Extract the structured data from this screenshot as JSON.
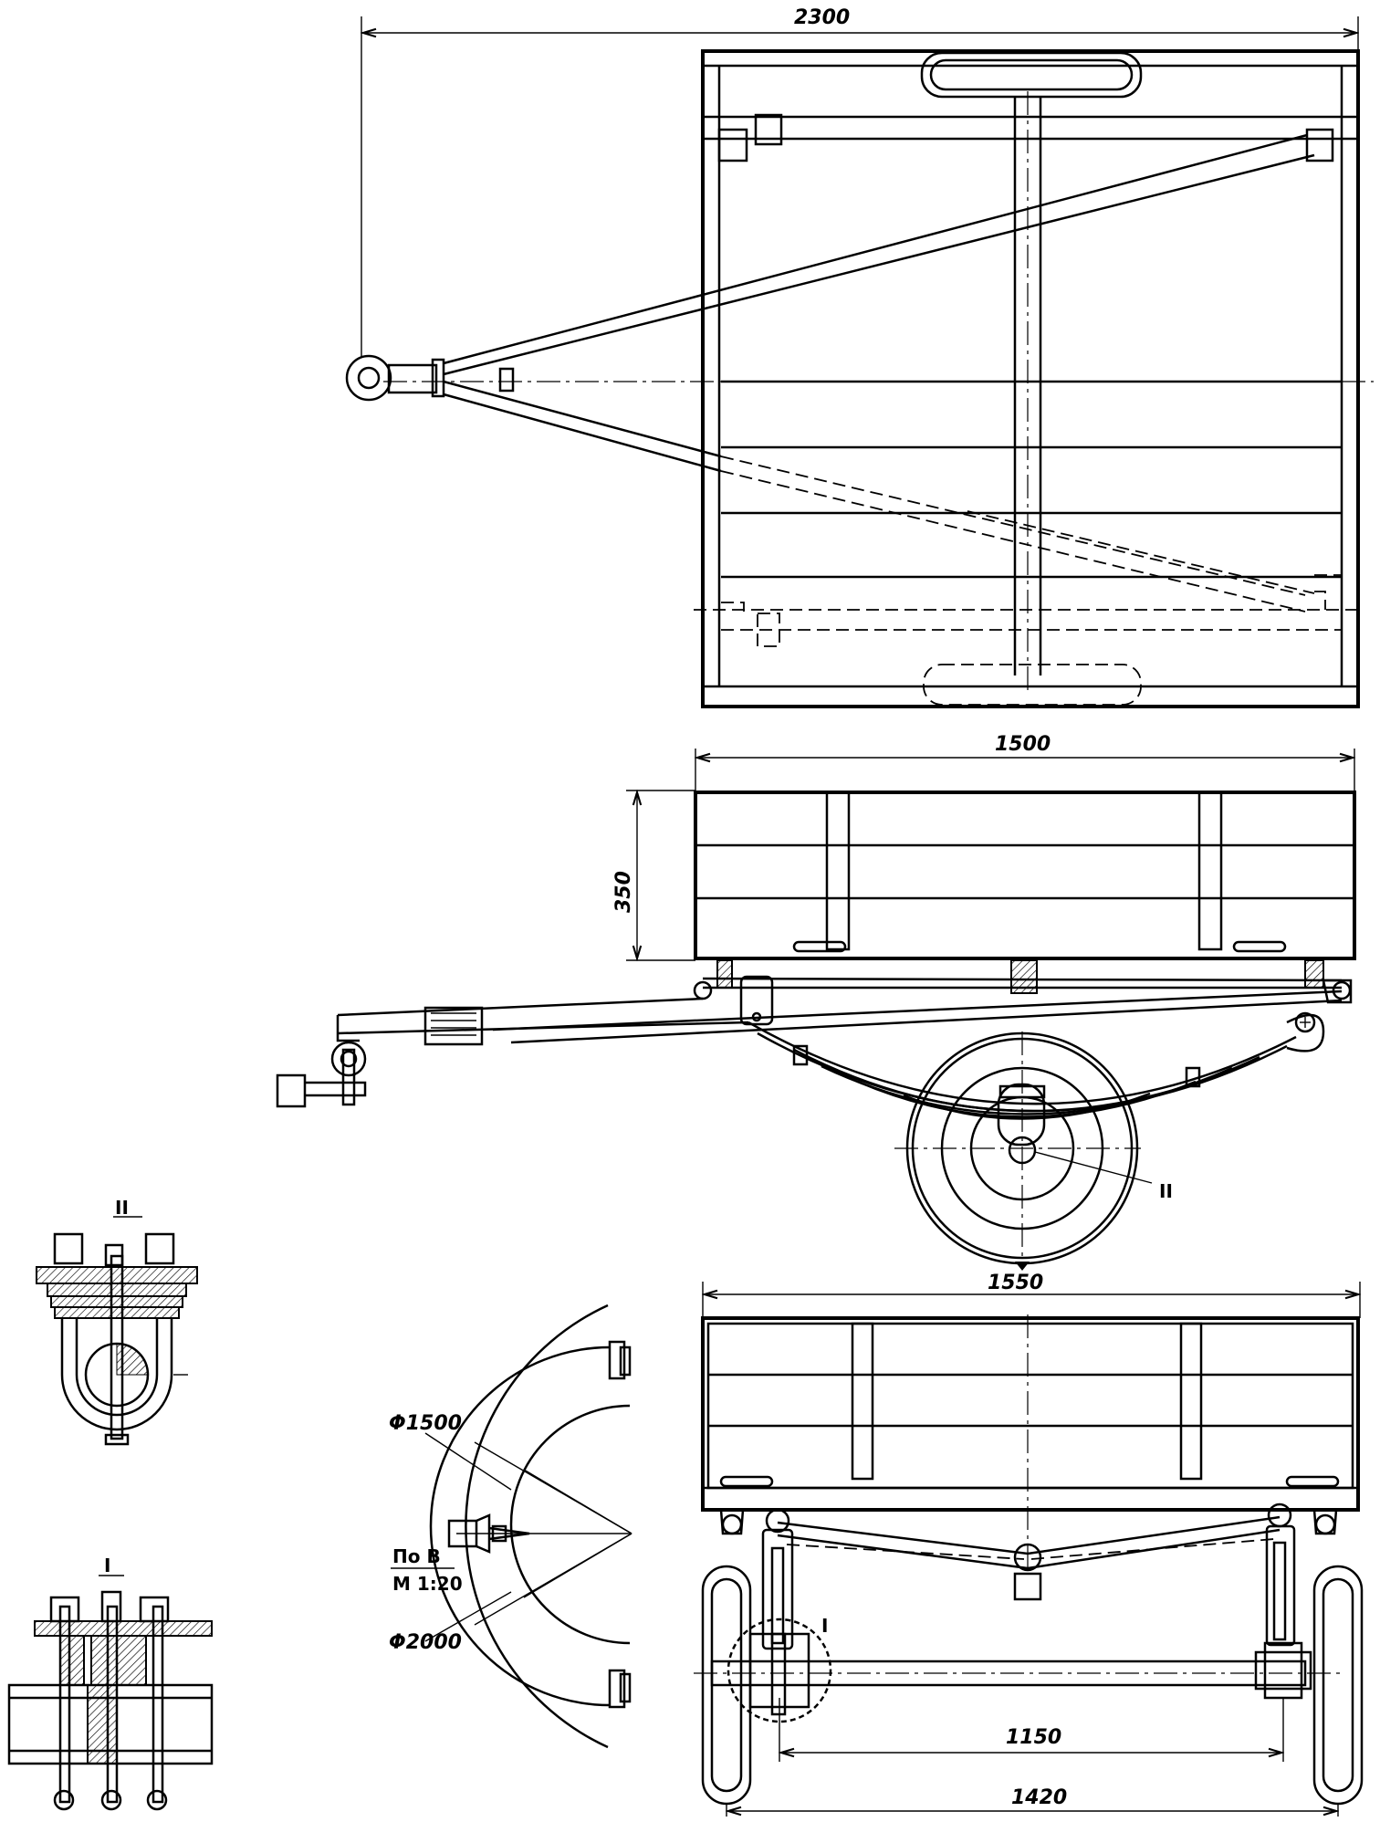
{
  "dimensions": {
    "top_length": "2300",
    "side_length": "1500",
    "side_height": "350",
    "rear_width": "1550",
    "track_inner": "1150",
    "track_outer": "1420",
    "radius_inner": "Φ1500",
    "radius_outer": "Φ2000"
  },
  "labels": {
    "view_b_line1": "По В",
    "view_b_line2": "М 1:20",
    "detail_1": "I",
    "detail_2": "II",
    "callout_1": "I",
    "callout_2": "II"
  },
  "colors": {
    "ink": "#000000",
    "paper": "#ffffff"
  }
}
